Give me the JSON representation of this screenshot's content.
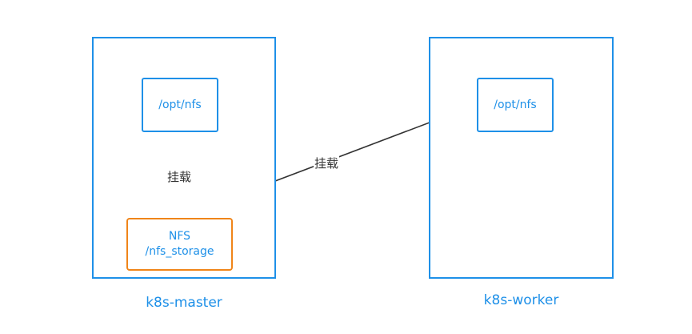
{
  "nodes": {
    "master": {
      "label": "k8s-master",
      "mount_dir": "/opt/nfs",
      "storage": {
        "line1": "NFS",
        "line2": "/nfs_storage"
      }
    },
    "worker": {
      "label": "k8s-worker",
      "mount_dir": "/opt/nfs"
    }
  },
  "edges": {
    "local_mount_label": "挂载",
    "remote_mount_label": "挂载"
  },
  "colors": {
    "node_border": "#1e90e8",
    "storage_border": "#f08519",
    "arrow": "#333333",
    "text": "#1e90e8"
  }
}
